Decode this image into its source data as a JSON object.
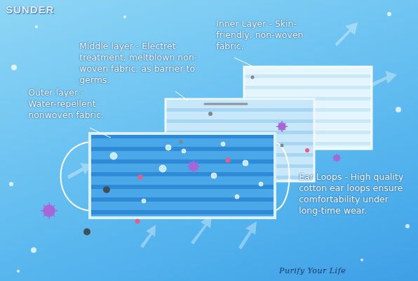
{
  "diagram": {
    "labels": [
      "SUNDER",
      "Inner Layer - Skin-friendly, non-woven fabric.",
      "Middle layer - Electret treatment, meltblown non-woven fabric, as barrier to germs.",
      "Outer layer - Water-repellent nonwoven fabric.",
      "Ear Loops - High quality cotton ear loops ensure comfortability under long-time wear.",
      "Purify Your Life"
    ]
  }
}
